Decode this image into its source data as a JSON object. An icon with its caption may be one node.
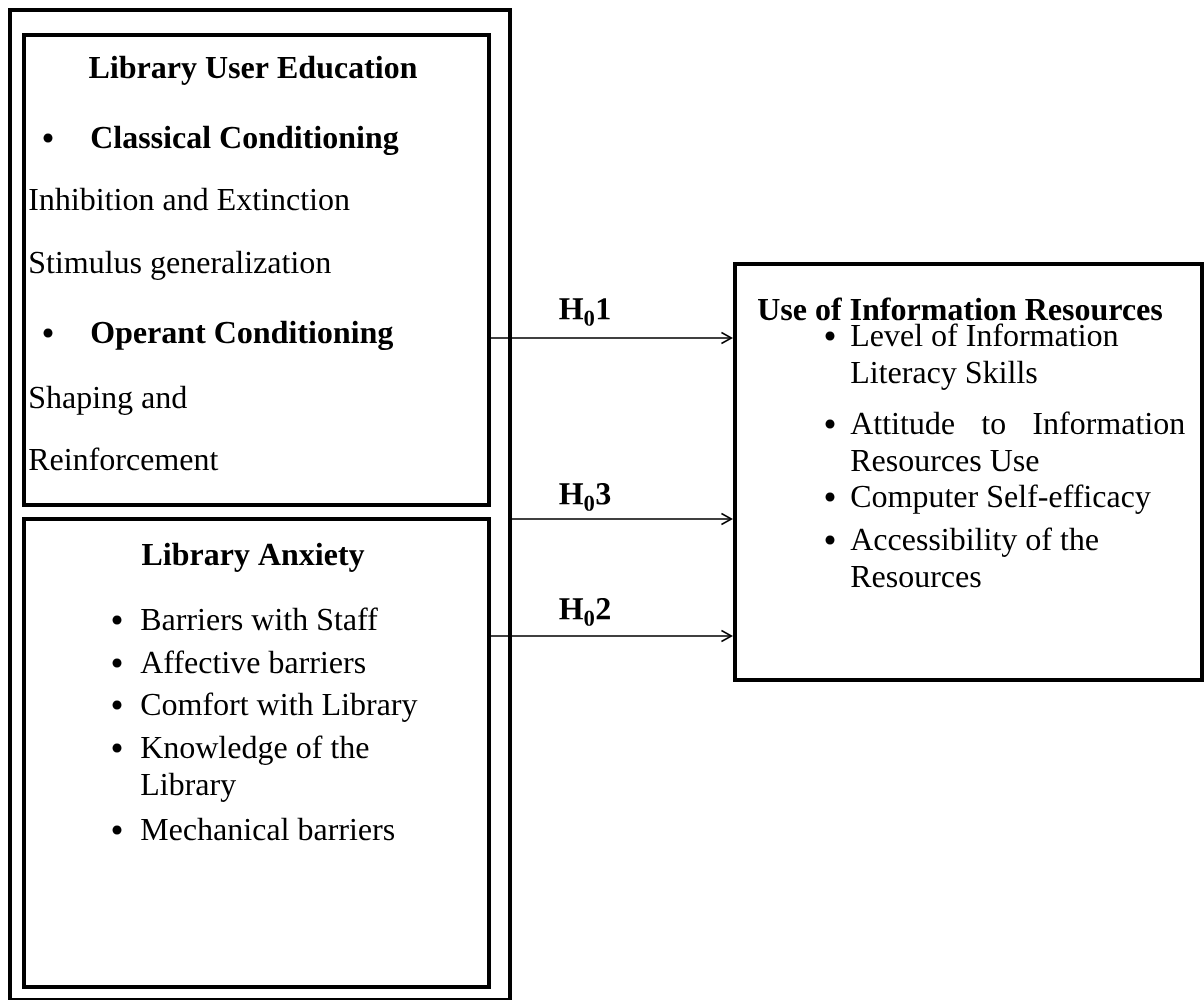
{
  "diagram": {
    "nodes": [
      {
        "text": [],
        "shape": "box"
      },
      {
        "text": [
          "Library User Education",
          "Classical Conditioning",
          "Inhibition and Extinction",
          "Stimulus generalization",
          "Operant Conditioning",
          "Shaping and Reinforcement"
        ],
        "in": 0
      },
      {
        "text": [
          "Library Anxiety",
          "Barriers with Staff",
          "Affective barriers",
          "Comfort with Library",
          "Knowledge of the Library",
          "Mechanical barriers"
        ],
        "in": 0
      },
      {
        "text": [
          "Use of Information Resources",
          "Level of Information Literacy Skills",
          "Attitude to Information Resources Use",
          "Computer Self-efficacy",
          "Accessibility of the Resources"
        ]
      }
    ],
    "edges": [
      {
        "from": 1,
        "to": 3,
        "arrow": "to",
        "label": "H$_{0}$1"
      },
      {
        "from": 0,
        "to": 3,
        "arrow": "to",
        "label": "H$_{0}$3"
      },
      {
        "from": 2,
        "to": 3,
        "arrow": "to",
        "label": "H$_{0}$2"
      }
    ]
  }
}
